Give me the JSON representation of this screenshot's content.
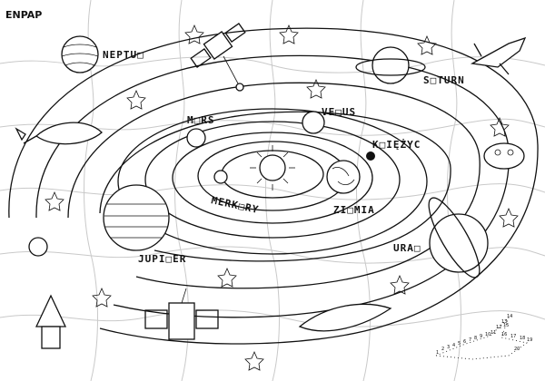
{
  "brand": {
    "logo_text": "ENPAP"
  },
  "planets": {
    "neptun": "NEPTU□",
    "saturn": "S□TURN",
    "wenus": "VE□US",
    "mars": "M□RS",
    "ksiezyc": "K□IĘŻYC",
    "merkury": "MERK□RY",
    "ziemia": "ZI□MIA",
    "jowisz": "JUPI□ER",
    "uran": "URA□"
  },
  "icons": {
    "sun": "sun-icon",
    "rocket": "rocket-icon",
    "satellite": "satellite-icon",
    "spaceship": "spaceship-icon",
    "dot_to_dot": "dot-to-dot-icon",
    "star": "star-icon"
  },
  "dot_puzzle": {
    "numbers": [
      "1",
      "2",
      "3",
      "4",
      "5",
      "6",
      "7",
      "8",
      "9",
      "10",
      "11",
      "12",
      "13",
      "14",
      "15",
      "16",
      "17",
      "18",
      "19",
      "20"
    ]
  }
}
